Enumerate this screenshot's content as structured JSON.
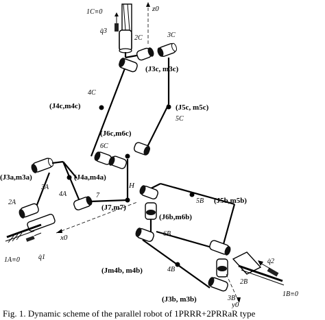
{
  "labels": {
    "top_fixed": "1C≡0",
    "qdot_c": "q̇3",
    "z_axis": "z0",
    "c2": "2C",
    "c3": "3C",
    "j3c": "(J3c, m3c)",
    "c4": "4C",
    "j4c": "(J4c,m4c)",
    "j5c": "(J5c, m5c)",
    "c5": "5C",
    "j6c": "(J6c,m6c)",
    "c6": "6C",
    "j3a": "(J3a,m3a)",
    "j4a": "(J4a,m4a)",
    "a3": "3A",
    "a4": "4A",
    "h": "H",
    "seven": "7",
    "j7": "(J7,m7)",
    "b5": "5B",
    "j5b": "(J5b,m5b)",
    "a2": "2A",
    "j6b": "(J6b,m6b)",
    "b6": "6B",
    "x_axis": "x0",
    "a1": "1A≡0",
    "qdot_a": "q̇1",
    "qdot_b": "q̇2",
    "jm4b": "(Jm4b, m4b)",
    "b4": "4B",
    "b2": "2B",
    "b1": "1B≡0",
    "j3b": "(J3b, m3b)",
    "b3": "3B",
    "y_axis": "y0"
  },
  "caption": "Fig. 1. Dynamic scheme of the parallel robot of 1PRRR+2PRRaR type"
}
